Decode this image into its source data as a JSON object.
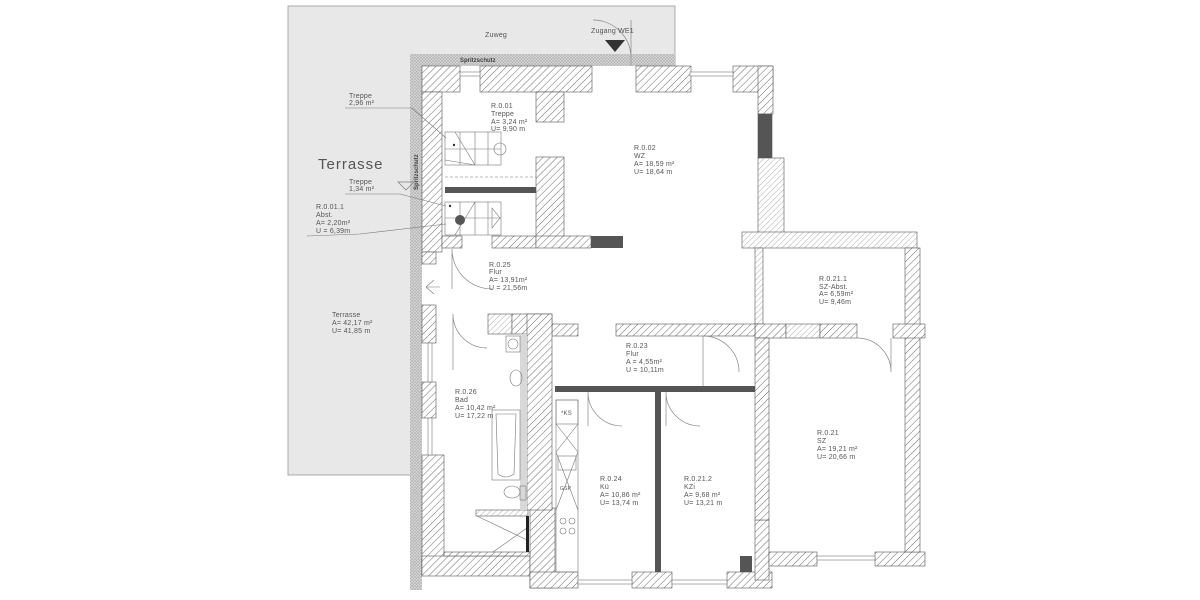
{
  "plan": {
    "colors": {
      "terrace_fill": "#e8e8e8",
      "terrace_border": "#999999",
      "wall_hatch": "#777777",
      "wall_bg": "#ffffff",
      "spritzschutz": "#c8c8c8",
      "dark_element": "#555555",
      "text": "#555555"
    },
    "exterior": {
      "zuweg": "Zuweg",
      "zugang": "Zugang WE1",
      "spritzschutz_top": "Spritzschutz",
      "spritzschutz_side": "Spritzschutz",
      "terrasse_title": "Terrasse"
    },
    "annotations": [
      {
        "name": "Treppe",
        "area": "2,96 m²"
      },
      {
        "name": "Treppe",
        "area": "1,34 m²"
      }
    ],
    "rooms": [
      {
        "id": "R.0.01",
        "name": "Treppe",
        "a": "A=   3,24 m²",
        "u": "U=   9,90 m"
      },
      {
        "id": "R.0.01.1",
        "name": "Abst.",
        "a": "A=    2,20m²",
        "u": "U =   6,39m"
      },
      {
        "id": "R.0.02",
        "name": "WZ",
        "a": "A= 18,59 m²",
        "u": "U= 18,64 m"
      },
      {
        "id": "R.0.25",
        "name": "Flur",
        "a": "A=     13,91m²",
        "u": "U =    21,56m"
      },
      {
        "id": "R.0.21.1",
        "name": "SZ-Abst.",
        "a": "A=    6,59m²",
        "u": "U=    9,46m"
      },
      {
        "id": "",
        "name": "Terrasse",
        "a": "A= 42,17 m²",
        "u": "U= 41,85 m"
      },
      {
        "id": "R.0.23",
        "name": "Flur",
        "a": "A =    4,55m²",
        "u": "U = 10,11m"
      },
      {
        "id": "R.0.26",
        "name": "Bad",
        "a": "A= 10,42 m²",
        "u": "U= 17,22 m"
      },
      {
        "id": "R.0.24",
        "name": "Kü",
        "a": "A= 10,86 m²",
        "u": "U= 13,74 m"
      },
      {
        "id": "R.0.21.2",
        "name": "KZi",
        "a": "A=    9,68 m²",
        "u": "U= 13,21 m"
      },
      {
        "id": "R.0.21",
        "name": "SZ",
        "a": "A= 19,21 m²",
        "u": "U= 20,66 m"
      }
    ],
    "fixtures": {
      "ks": "*KS",
      "gsp": "GSP"
    }
  }
}
